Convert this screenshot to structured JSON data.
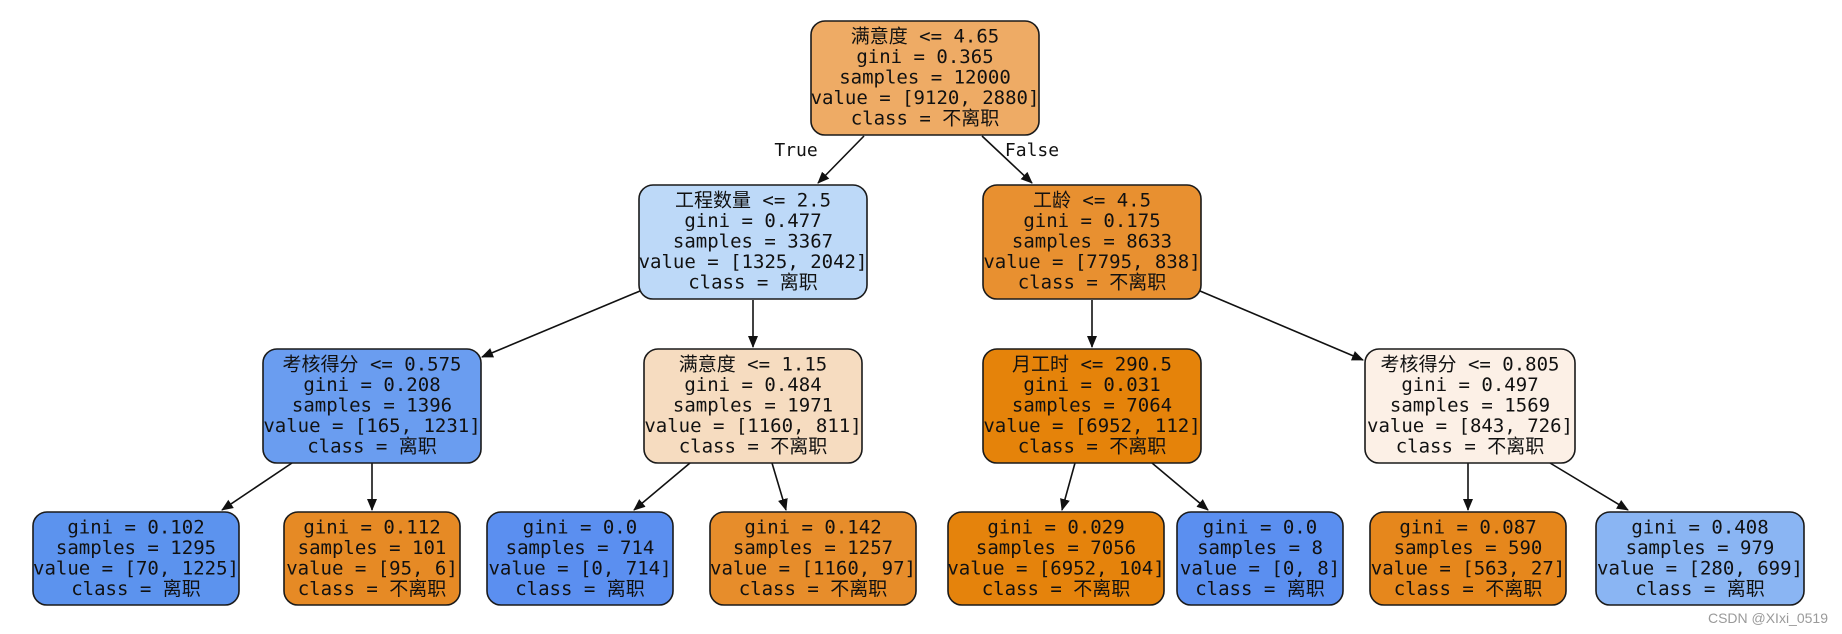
{
  "colors": {
    "border": "#1a1a1a",
    "edge": "#111111",
    "text": "#111111"
  },
  "nodes": [
    {
      "id": "n0",
      "lines": [
        "满意度 <= 4.65",
        "gini = 0.365",
        "samples = 12000",
        "value = [9120, 2880]",
        "class = 不离职"
      ],
      "fill": "#eeab65"
    },
    {
      "id": "n1",
      "lines": [
        "工程数量 <= 2.5",
        "gini = 0.477",
        "samples = 3367",
        "value = [1325, 2042]",
        "class = 离职"
      ],
      "fill": "#bdd9f8"
    },
    {
      "id": "n2",
      "lines": [
        "工龄 <= 4.5",
        "gini = 0.175",
        "samples = 8633",
        "value = [7795, 838]",
        "class = 不离职"
      ],
      "fill": "#e89030"
    },
    {
      "id": "n3",
      "lines": [
        "考核得分 <= 0.575",
        "gini = 0.208",
        "samples = 1396",
        "value = [165, 1231]",
        "class = 离职"
      ],
      "fill": "#6a9df0"
    },
    {
      "id": "n4",
      "lines": [
        "满意度 <= 1.15",
        "gini = 0.484",
        "samples = 1971",
        "value = [1160, 811]",
        "class = 不离职"
      ],
      "fill": "#f6dcc0"
    },
    {
      "id": "n5",
      "lines": [
        "月工时 <= 290.5",
        "gini = 0.031",
        "samples = 7064",
        "value = [6952, 112]",
        "class = 不离职"
      ],
      "fill": "#e5830a"
    },
    {
      "id": "n6",
      "lines": [
        "考核得分 <= 0.805",
        "gini = 0.497",
        "samples = 1569",
        "value = [843, 726]",
        "class = 不离职"
      ],
      "fill": "#fcf0e6"
    },
    {
      "id": "n7",
      "lines": [
        "gini = 0.102",
        "samples = 1295",
        "value = [70, 1225]",
        "class = 离职"
      ],
      "fill": "#5c93ee"
    },
    {
      "id": "n8",
      "lines": [
        "gini = 0.112",
        "samples = 101",
        "value = [95, 6]",
        "class = 不离职"
      ],
      "fill": "#e68a25"
    },
    {
      "id": "n9",
      "lines": [
        "gini = 0.0",
        "samples = 714",
        "value = [0, 714]",
        "class = 离职"
      ],
      "fill": "#5b8ff0"
    },
    {
      "id": "n10",
      "lines": [
        "gini = 0.142",
        "samples = 1257",
        "value = [1160, 97]",
        "class = 不离职"
      ],
      "fill": "#e78d2b"
    },
    {
      "id": "n11",
      "lines": [
        "gini = 0.029",
        "samples = 7056",
        "value = [6952, 104]",
        "class = 不离职"
      ],
      "fill": "#e5830c"
    },
    {
      "id": "n12",
      "lines": [
        "gini = 0.0",
        "samples = 8",
        "value = [0, 8]",
        "class = 离职"
      ],
      "fill": "#5b8ff0"
    },
    {
      "id": "n13",
      "lines": [
        "gini = 0.087",
        "samples = 590",
        "value = [563, 27]",
        "class = 不离职"
      ],
      "fill": "#e6871c"
    },
    {
      "id": "n14",
      "lines": [
        "gini = 0.408",
        "samples = 979",
        "value = [280, 699]",
        "class = 离职"
      ],
      "fill": "#8ab5f3"
    }
  ],
  "edges": [
    {
      "from": "n0",
      "to": "n1",
      "label": "True"
    },
    {
      "from": "n0",
      "to": "n2",
      "label": "False"
    },
    {
      "from": "n1",
      "to": "n3",
      "label": ""
    },
    {
      "from": "n1",
      "to": "n4",
      "label": ""
    },
    {
      "from": "n2",
      "to": "n5",
      "label": ""
    },
    {
      "from": "n2",
      "to": "n6",
      "label": ""
    },
    {
      "from": "n3",
      "to": "n7",
      "label": ""
    },
    {
      "from": "n3",
      "to": "n8",
      "label": ""
    },
    {
      "from": "n4",
      "to": "n9",
      "label": ""
    },
    {
      "from": "n4",
      "to": "n10",
      "label": ""
    },
    {
      "from": "n5",
      "to": "n11",
      "label": ""
    },
    {
      "from": "n5",
      "to": "n12",
      "label": ""
    },
    {
      "from": "n6",
      "to": "n13",
      "label": ""
    },
    {
      "from": "n6",
      "to": "n14",
      "label": ""
    }
  ],
  "watermark": "CSDN @XIxi_0519"
}
